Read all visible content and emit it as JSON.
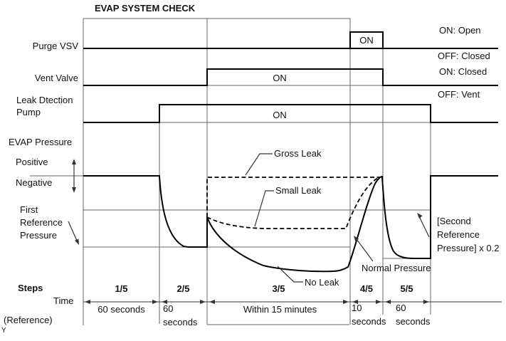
{
  "title": "EVAP SYSTEM CHECK",
  "signals": {
    "purge_vsv": {
      "label": "Purge VSV",
      "on_label": "ON",
      "legend_on": "ON: Open",
      "legend_off": "OFF: Closed"
    },
    "vent_valve": {
      "label": "Vent Valve",
      "on_label": "ON",
      "legend_on": "ON: Closed",
      "legend_off": "OFF: Vent"
    },
    "leak_detection_pump": {
      "label_line1": "Leak Dtection",
      "label_line2": "Pump",
      "on_label": "ON"
    }
  },
  "pressure": {
    "label": "EVAP Pressure",
    "positive_label": "Positive",
    "negative_label": "Negative",
    "first_reference": {
      "line1": "First",
      "line2": "Reference",
      "line3": "Pressure"
    },
    "second_reference": {
      "line1": "[Second",
      "line2": "Reference",
      "line3": "Pressure] x 0.2"
    },
    "curve_labels": {
      "gross_leak": "Gross Leak",
      "small_leak": "Small Leak",
      "no_leak": "No Leak",
      "normal_pressure": "Normal Pressure"
    }
  },
  "timeline": {
    "steps_label": "Steps",
    "time_label": "Time",
    "reference_label": "(Reference)",
    "steps": [
      {
        "step": "1/5",
        "duration": "60 seconds",
        "duration_lines": [
          "60 seconds"
        ]
      },
      {
        "step": "2/5",
        "duration": "60 seconds",
        "duration_lines": [
          "60",
          "seconds"
        ]
      },
      {
        "step": "3/5",
        "duration": "Within 15 minutes",
        "duration_lines": [
          "Within 15 minutes"
        ]
      },
      {
        "step": "4/5",
        "duration": "10 seconds",
        "duration_lines": [
          "10",
          "seconds"
        ]
      },
      {
        "step": "5/5",
        "duration": "60 seconds",
        "duration_lines": [
          "60",
          "seconds"
        ]
      }
    ]
  },
  "footnote": "Y",
  "colors": {
    "trace": "#000000",
    "grid": "#666666",
    "text": "#111111",
    "background": "#ffffff"
  },
  "diagram_data": {
    "type": "timing-diagram",
    "signals_state_by_step": {
      "purge_vsv": {
        "1/5": "OFF",
        "2/5": "OFF",
        "3/5": "OFF",
        "4/5": "ON",
        "5/5": "OFF"
      },
      "vent_valve": {
        "1/5": "OFF",
        "2/5": "OFF",
        "3/5": "ON",
        "4/5": "ON",
        "5/5": "OFF"
      },
      "leak_detection_pump": {
        "1/5": "OFF",
        "2/5": "ON",
        "3/5": "ON",
        "4/5": "ON",
        "5/5": "OFF"
      }
    },
    "pressure_traces": [
      {
        "name": "Gross Leak",
        "style": "dashed",
        "behavior": "rises immediately to zero (atmospheric) during step 3/5"
      },
      {
        "name": "Small Leak",
        "style": "dashed",
        "behavior": "creeps up slightly above first reference pressure during step 3/5, rises in 4/5"
      },
      {
        "name": "No Leak",
        "style": "solid",
        "behavior": "decays further negative during step 3/5, rises to positive peak in 4/5"
      },
      {
        "name": "Normal Pressure",
        "style": "solid",
        "behavior": "peak at end of step 4/5, decays during 5/5, returns to zero"
      }
    ],
    "reference_levels": [
      "First Reference Pressure",
      "[Second Reference Pressure] x 0.2"
    ]
  }
}
